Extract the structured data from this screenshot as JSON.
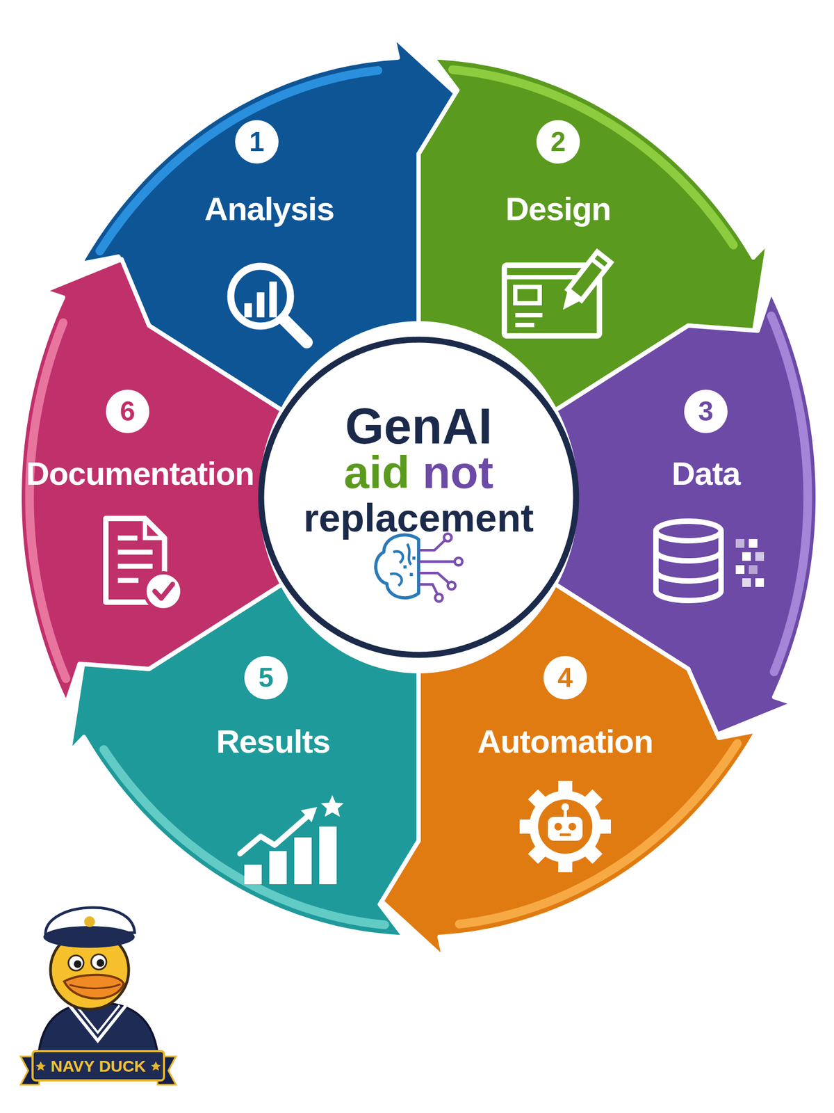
{
  "diagram": {
    "nodes": [
      {
        "text": [
          "1",
          "Analysis"
        ]
      },
      {
        "text": [
          "2",
          "Design"
        ]
      },
      {
        "text": [
          "3",
          "Data"
        ]
      },
      {
        "text": [
          "4",
          "Automation"
        ]
      },
      {
        "text": [
          "5",
          "Results"
        ]
      },
      {
        "text": [
          "6",
          "Documentation"
        ]
      },
      {
        "text": [
          "GenAI",
          "aid",
          "not",
          "replacement"
        ]
      }
    ],
    "labels": [
      "NAVY DUCK"
    ]
  }
}
